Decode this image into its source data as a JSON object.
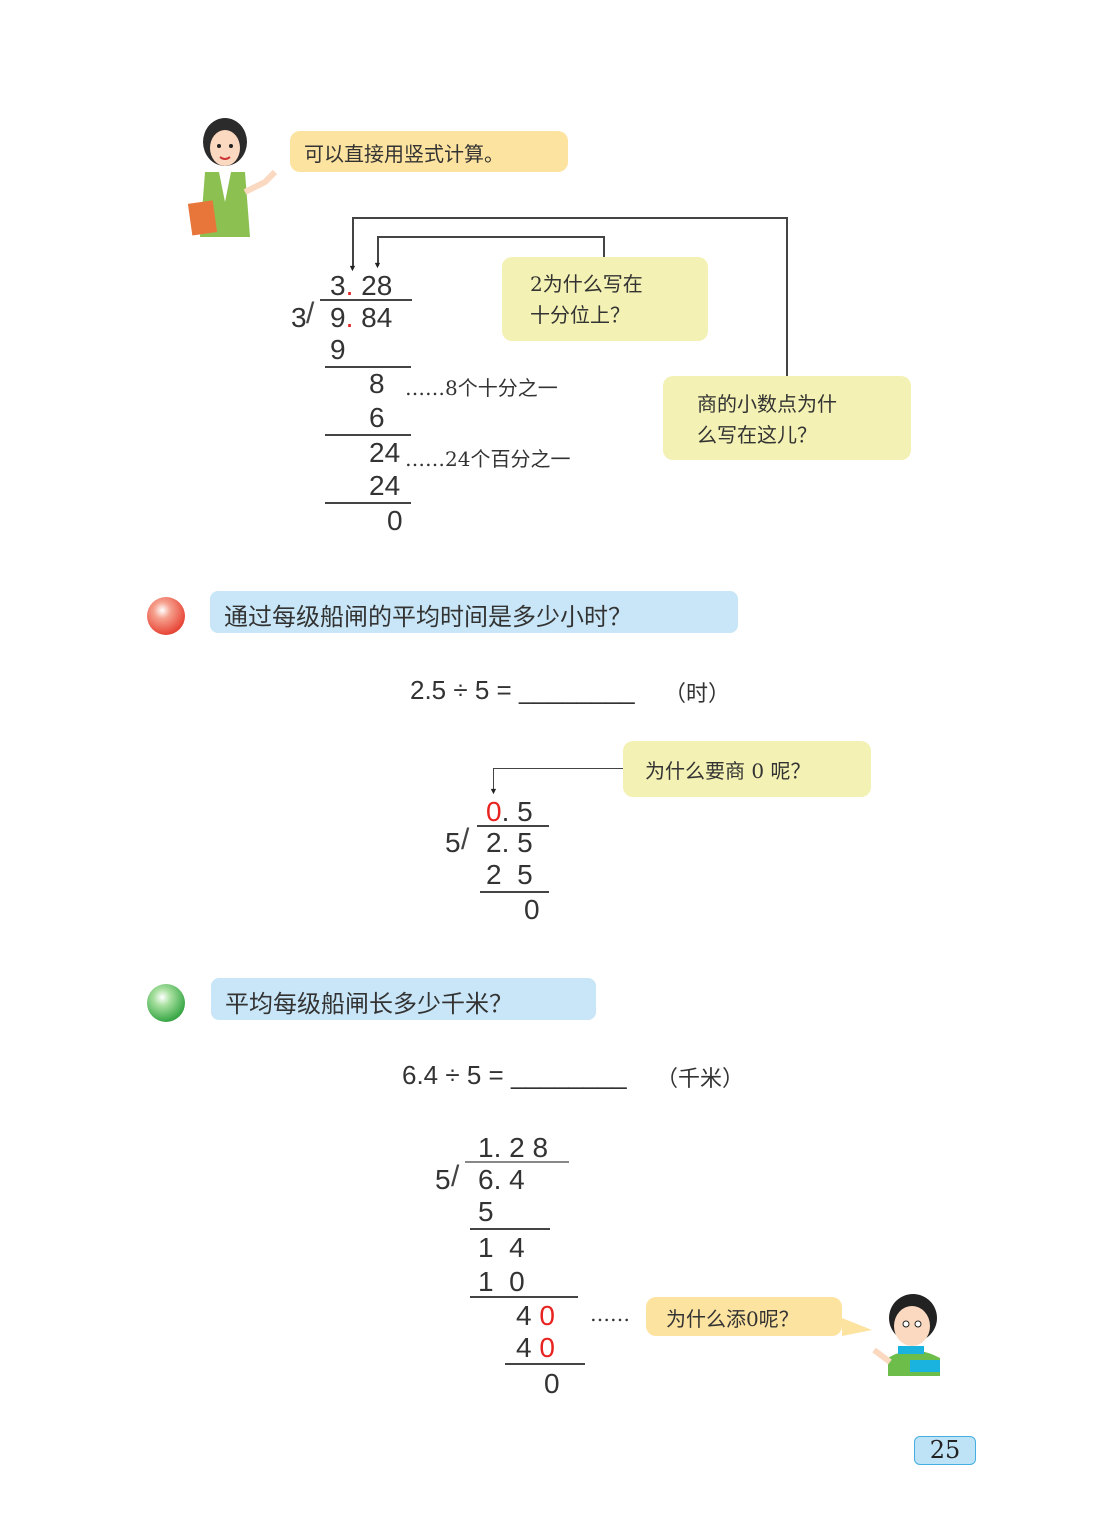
{
  "teacher_bubble": "可以直接用竖式计算。",
  "example1": {
    "quotient": {
      "whole": "3",
      "point": ".",
      "frac": " 28"
    },
    "divisor": "3",
    "dividend": {
      "whole": "9",
      "point": ".",
      "frac": " 84"
    },
    "steps": [
      "9",
      "8",
      "6",
      "24",
      "24",
      "0"
    ],
    "note_tenths": "……8个十分之一",
    "note_hundredths": "……24个百分之一",
    "bubble_tenths": [
      "2为什么写在",
      "十分位上？"
    ],
    "bubble_point": [
      "商的小数点为什",
      "么写在这儿？"
    ]
  },
  "question1": {
    "label": "通过每级船闸的平均时间是多少小时？",
    "equation": "2.5 ÷ 5 = ________",
    "unit": "（时）",
    "bubble": "为什么要商 0 呢？",
    "quotient": {
      "zero": "0",
      "rest": ". 5"
    },
    "divisor": "5",
    "dividend": "2. 5",
    "steps": [
      "2  5",
      "0"
    ]
  },
  "question2": {
    "label": "平均每级船闸长多少千米？",
    "equation": "6.4 ÷ 5 = ________",
    "unit": "（千米）",
    "quotient": "1. 2 8",
    "divisor": "5",
    "dividend": "6. 4",
    "steps": [
      "5",
      "1  4",
      "1  0",
      "0"
    ],
    "step40a": {
      "digit": "4 ",
      "zero": "0"
    },
    "step40b": {
      "digit": "4 ",
      "zero": "0"
    },
    "dots": "……",
    "bubble": "为什么添0呢？"
  },
  "page_number": "25",
  "colors": {
    "orange_bubble": "#fde3a0",
    "yellow_bubble": "#f3f1b3",
    "blue_label": "#c8e6f7",
    "red": "#e8231f"
  }
}
